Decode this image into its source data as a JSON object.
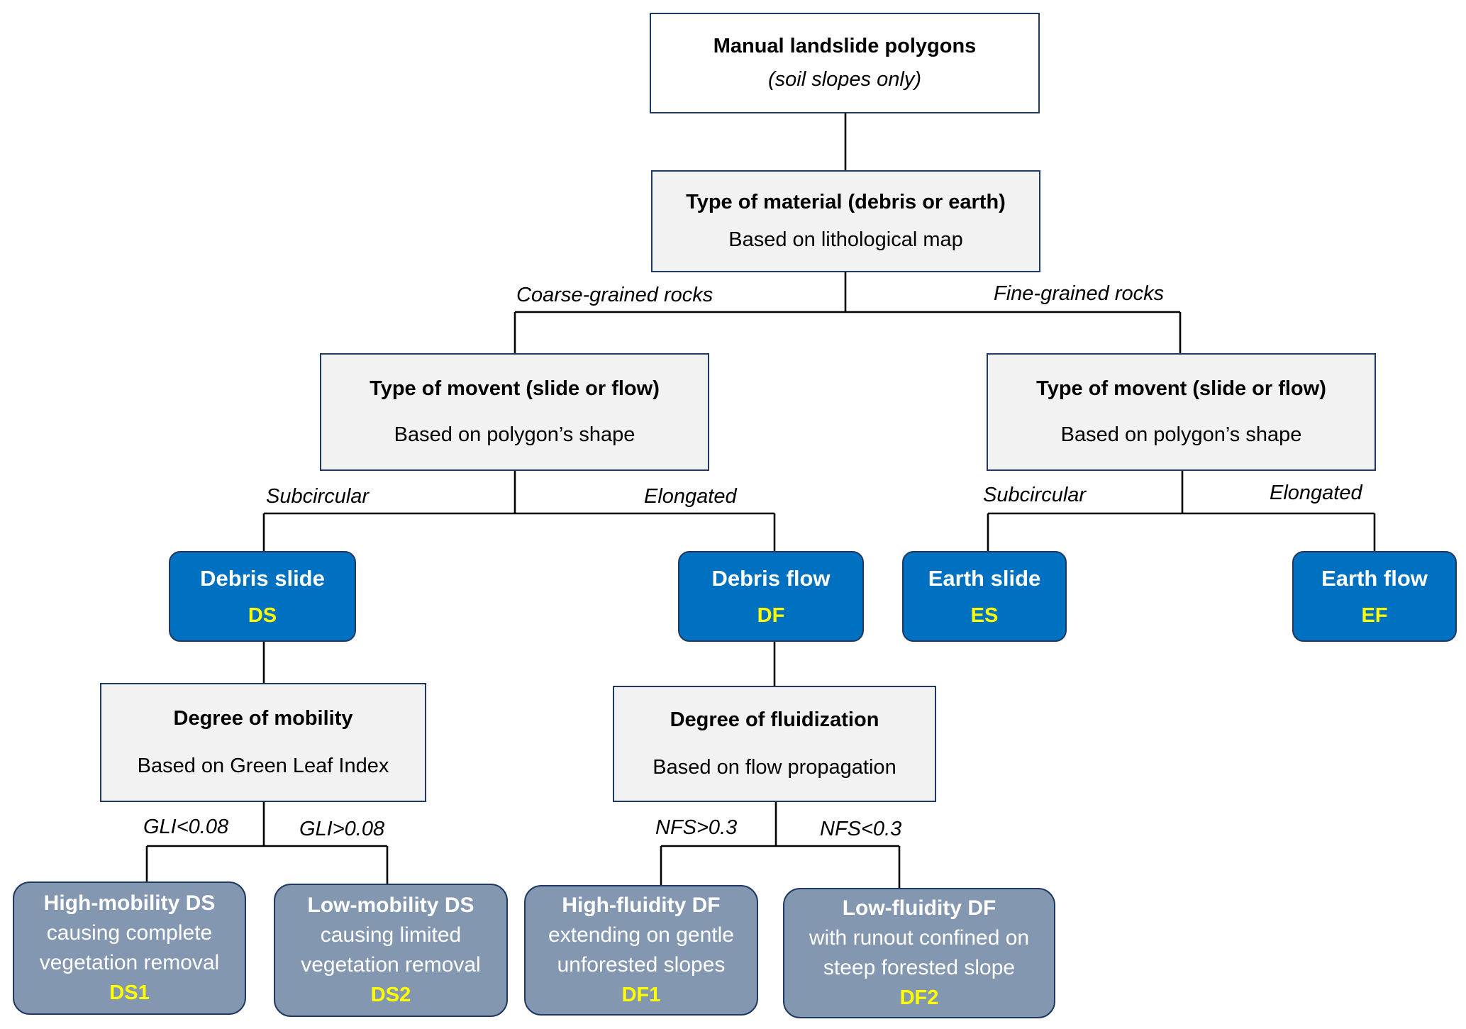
{
  "root": {
    "title": "Manual landslide polygons",
    "note": "(soil slopes only)"
  },
  "material": {
    "title": "Type of material (debris or earth)",
    "basis": "Based on lithological map"
  },
  "edges": {
    "coarse": "Coarse-grained rocks",
    "fine": "Fine-grained rocks",
    "left_subcircular": "Subcircular",
    "left_elongated": "Elongated",
    "right_subcircular": "Subcircular",
    "right_elongated": "Elongated",
    "gli_low": "GLI<0.08",
    "gli_high": "GLI>0.08",
    "nfs_high": "NFS>0.3",
    "nfs_low": "NFS<0.3"
  },
  "movement_left": {
    "title": "Type of movent (slide or flow)",
    "basis": "Based on polygon’s shape"
  },
  "movement_right": {
    "title": "Type of movent (slide or flow)",
    "basis": "Based on polygon’s shape"
  },
  "classes": {
    "debris_slide": {
      "name": "Debris slide",
      "code": "DS"
    },
    "debris_flow": {
      "name": "Debris flow",
      "code": "DF"
    },
    "earth_slide": {
      "name": "Earth slide",
      "code": "ES"
    },
    "earth_flow": {
      "name": "Earth flow",
      "code": "EF"
    }
  },
  "mobility": {
    "title": "Degree of mobility",
    "basis": "Based on Green Leaf Index"
  },
  "fluidization": {
    "title": "Degree of fluidization",
    "basis": "Based on flow propagation"
  },
  "leaves": {
    "ds1": {
      "title": "High-mobility DS",
      "line1": "causing complete",
      "line2": "vegetation removal",
      "code": "DS1"
    },
    "ds2": {
      "title": "Low-mobility DS",
      "line1": "causing limited",
      "line2": "vegetation removal",
      "code": "DS2"
    },
    "df1": {
      "title": "High-fluidity DF",
      "line1": "extending on gentle",
      "line2": "unforested slopes",
      "code": "DF1"
    },
    "df2": {
      "title": "Low-fluidity DF",
      "line1": "with runout confined on",
      "line2": "steep forested slope",
      "code": "DF2"
    }
  },
  "colors": {
    "box_border": "#1f3864",
    "grey_fill": "#f2f2f2",
    "class_fill": "#0070c0",
    "leaf_fill": "#8497b0",
    "code_text": "#ffff00"
  }
}
